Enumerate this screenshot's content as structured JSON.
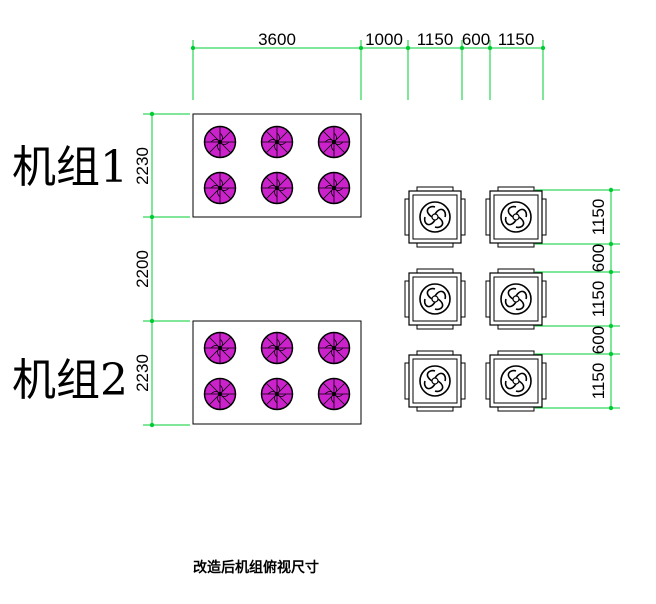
{
  "labels": {
    "unit1": "机组1",
    "unit2": "机组2",
    "caption": "改造后机组俯视尺寸"
  },
  "dimensions": {
    "top": [
      "3600",
      "1000",
      "1150",
      "600",
      "1150"
    ],
    "left": [
      "2230",
      "2200",
      "2230"
    ],
    "right": [
      "1150",
      "600",
      "1150",
      "600",
      "1150"
    ]
  },
  "colors": {
    "dimension_line": "#00cc33",
    "fan_fill": "#cc22cc",
    "outline": "#000000"
  },
  "icons": {
    "magenta_fan": "propeller-fan-icon",
    "square_fan": "axial-fan-unit-icon"
  }
}
